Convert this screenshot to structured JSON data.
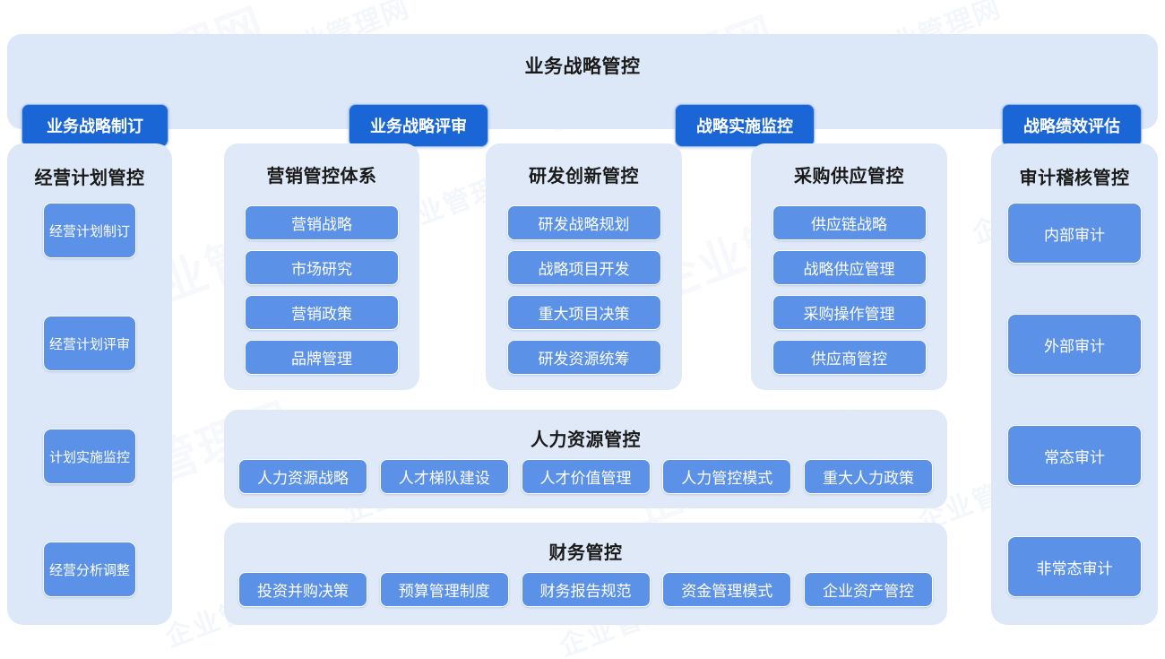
{
  "header": {
    "title": "业务战略管控",
    "buttons": [
      {
        "label": "业务战略制订"
      },
      {
        "label": "业务战略评审"
      },
      {
        "label": "战略实施监控"
      },
      {
        "label": "战略绩效评估"
      }
    ]
  },
  "plan_panel": {
    "title": "经营计划管控",
    "items": [
      {
        "label": "经营计划制订"
      },
      {
        "label": "经营计划评审"
      },
      {
        "label": "计划实施监控"
      },
      {
        "label": "经营分析调整"
      }
    ]
  },
  "audit_panel": {
    "title": "审计稽核管控",
    "items": [
      {
        "label": "内部审计"
      },
      {
        "label": "外部审计"
      },
      {
        "label": "常态审计"
      },
      {
        "label": "非常态审计"
      }
    ]
  },
  "cards": [
    {
      "title": "营销管控体系",
      "items": [
        {
          "label": "营销战略"
        },
        {
          "label": "市场研究"
        },
        {
          "label": "营销政策"
        },
        {
          "label": "品牌管理"
        }
      ]
    },
    {
      "title": "研发创新管控",
      "items": [
        {
          "label": "研发战略规划"
        },
        {
          "label": "战略项目开发"
        },
        {
          "label": "重大项目决策"
        },
        {
          "label": "研发资源统筹"
        }
      ]
    },
    {
      "title": "采购供应管控",
      "items": [
        {
          "label": "供应链战略"
        },
        {
          "label": "战略供应管理"
        },
        {
          "label": "采购操作管理"
        },
        {
          "label": "供应商管控"
        }
      ]
    }
  ],
  "bands": [
    {
      "title": "人力资源管控",
      "items": [
        {
          "label": "人力资源战略"
        },
        {
          "label": "人才梯队建设"
        },
        {
          "label": "人才价值管理"
        },
        {
          "label": "人力管控模式"
        },
        {
          "label": "重大人力政策"
        }
      ]
    },
    {
      "title": "财务管控",
      "items": [
        {
          "label": "投资并购决策"
        },
        {
          "label": "预算管理制度"
        },
        {
          "label": "财务报告规范"
        },
        {
          "label": "资金管理模式"
        },
        {
          "label": "企业资产管控"
        }
      ]
    }
  ],
  "colors": {
    "panel_bg": "#dce7f7",
    "card_bg": "#dfe9f8",
    "primary_button": "#1a66d6",
    "secondary_button": "#5b92e8",
    "page_bg": "#ffffff",
    "title_text": "#1a1a1a",
    "button_text": "#ffffff"
  },
  "watermark": {
    "text": "企业管理网"
  }
}
